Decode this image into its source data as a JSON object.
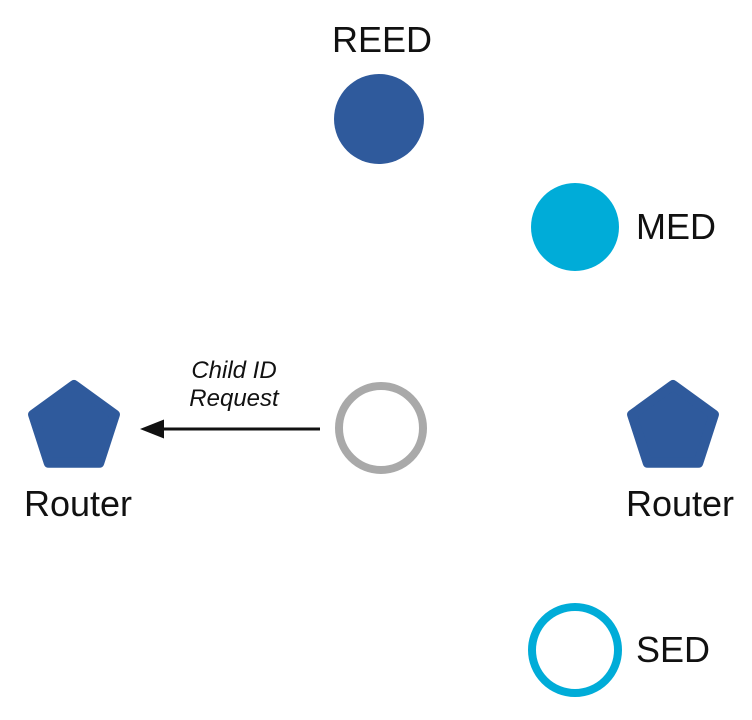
{
  "nodes": {
    "reed": {
      "label": "REED",
      "shape": "filled-circle",
      "color": "#2F5A9C"
    },
    "med": {
      "label": "MED",
      "shape": "filled-circle",
      "color": "#00ACD8"
    },
    "joiner": {
      "label": "",
      "shape": "outline-circle",
      "color": "#A9A9A9"
    },
    "router_left": {
      "label": "Router",
      "shape": "pentagon",
      "color": "#2F5A9C"
    },
    "router_right": {
      "label": "Router",
      "shape": "pentagon",
      "color": "#2F5A9C"
    },
    "sed": {
      "label": "SED",
      "shape": "outline-circle",
      "color": "#00ACD8"
    }
  },
  "message": {
    "line1": "Child ID",
    "line2": "Request",
    "arrow_color": "#111111"
  },
  "colors": {
    "background": "#FFFFFF",
    "text": "#111111",
    "node_fill_white": "#FFFFFF"
  }
}
